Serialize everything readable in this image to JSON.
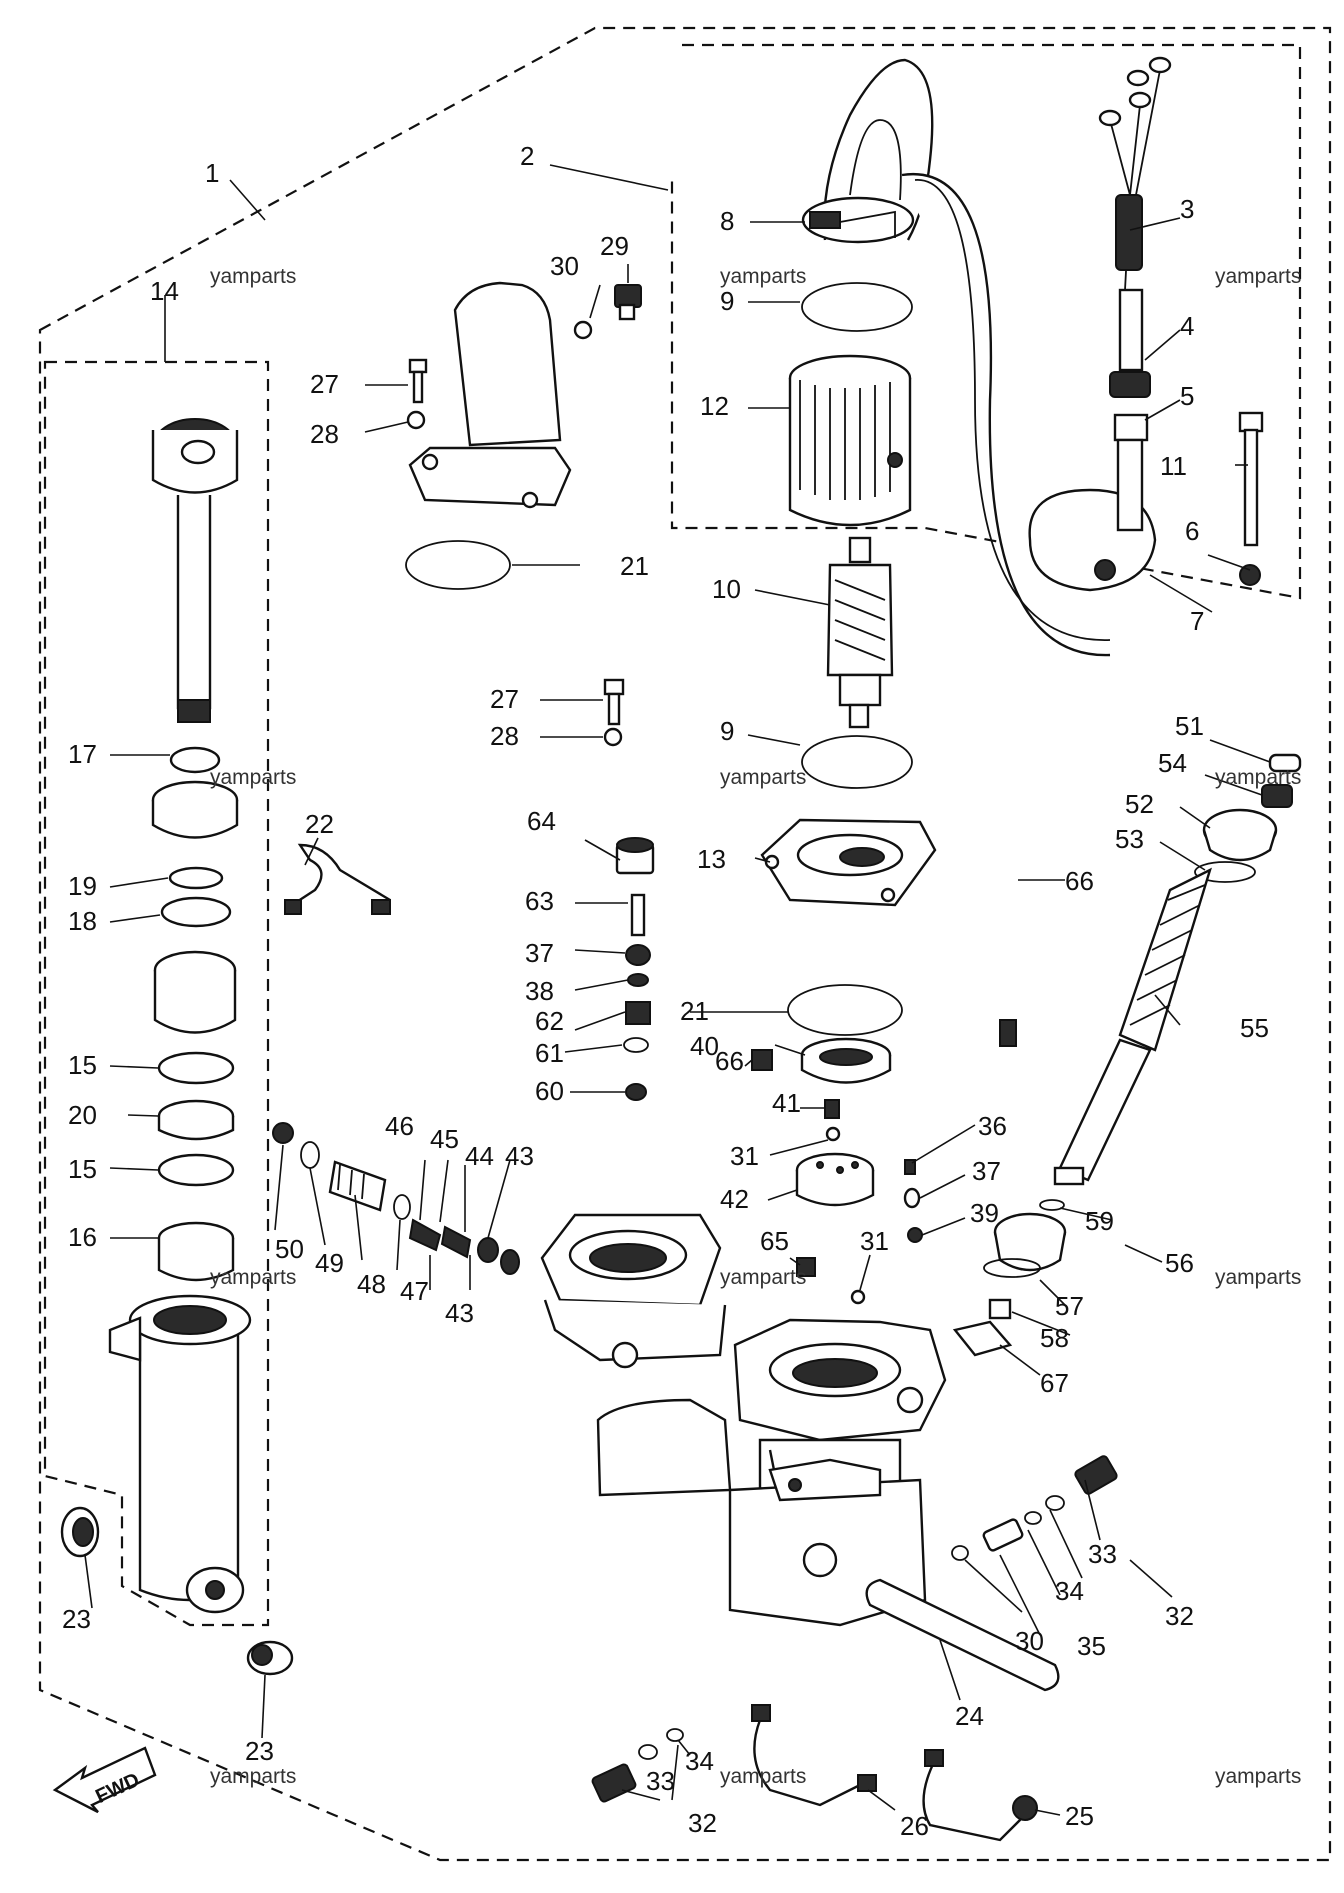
{
  "watermark": "yamparts",
  "fwd_label": "FWD",
  "callouts": {
    "c1": "1",
    "c2": "2",
    "c3": "3",
    "c4": "4",
    "c5": "5",
    "c6": "6",
    "c7": "7",
    "c8": "8",
    "c9a": "9",
    "c9b": "9",
    "c10": "10",
    "c11": "11",
    "c12": "12",
    "c13": "13",
    "c14": "14",
    "c15a": "15",
    "c15b": "15",
    "c16": "16",
    "c17": "17",
    "c18": "18",
    "c19": "19",
    "c20": "20",
    "c21a": "21",
    "c21b": "21",
    "c22": "22",
    "c23a": "23",
    "c23b": "23",
    "c24": "24",
    "c25": "25",
    "c26": "26",
    "c27a": "27",
    "c27b": "27",
    "c28a": "28",
    "c28b": "28",
    "c29": "29",
    "c30a": "30",
    "c30b": "30",
    "c31a": "31",
    "c31b": "31",
    "c32a": "32",
    "c32b": "32",
    "c33a": "33",
    "c33b": "33",
    "c34a": "34",
    "c34b": "34",
    "c35": "35",
    "c36": "36",
    "c37a": "37",
    "c37b": "37",
    "c38": "38",
    "c39": "39",
    "c40": "40",
    "c41": "41",
    "c42": "42",
    "c43a": "43",
    "c43b": "43",
    "c44": "44",
    "c45": "45",
    "c46": "46",
    "c47": "47",
    "c48": "48",
    "c49": "49",
    "c50": "50",
    "c51": "51",
    "c52": "52",
    "c53": "53",
    "c54": "54",
    "c55": "55",
    "c56": "56",
    "c57": "57",
    "c58": "58",
    "c59": "59",
    "c60": "60",
    "c61": "61",
    "c62": "62",
    "c63": "63",
    "c64": "64",
    "c65": "65",
    "c66a": "66",
    "c66b": "66",
    "c67": "67"
  }
}
